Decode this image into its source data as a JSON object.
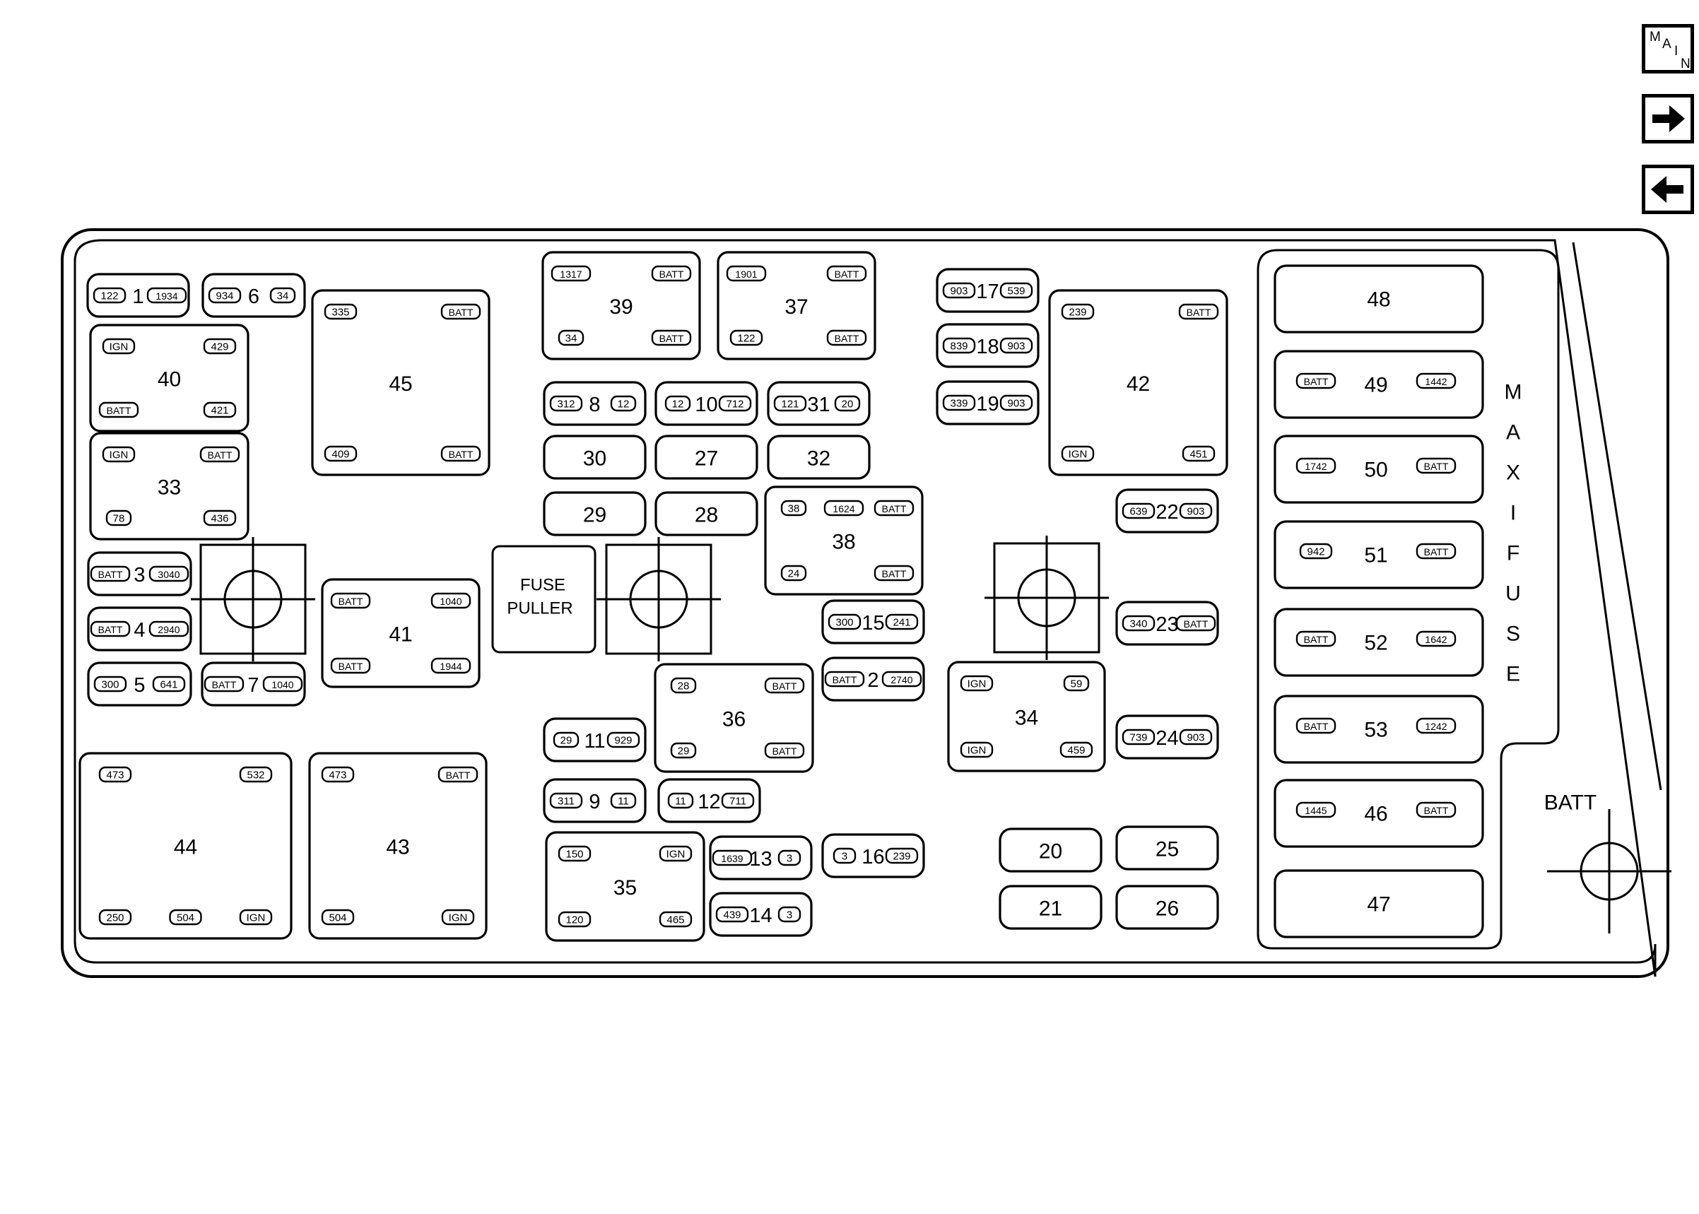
{
  "nav": {
    "main_letters": [
      "M",
      "A",
      "I",
      "N"
    ],
    "next_icon": "arrow-right-icon",
    "prev_icon": "arrow-left-icon"
  },
  "puller_lines": [
    "FUSE",
    "PULLER"
  ],
  "maxi_label": [
    "M",
    "A",
    "X",
    "I",
    "F",
    "U",
    "S",
    "E"
  ],
  "batt_label": "BATT",
  "boxes": [
    {
      "kind": "fuse",
      "num": "1",
      "pins": [
        "122",
        "1934"
      ]
    },
    {
      "kind": "fuse",
      "num": "6",
      "pins": [
        "934",
        "34"
      ]
    },
    {
      "kind": "relay",
      "num": "40",
      "pins": [
        "IGN",
        "429",
        "BATT",
        "421"
      ]
    },
    {
      "kind": "relay",
      "num": "33",
      "pins": [
        "IGN",
        "BATT",
        "78",
        "436"
      ]
    },
    {
      "kind": "fuse",
      "num": "3",
      "pins": [
        "BATT",
        "3040"
      ]
    },
    {
      "kind": "fuse",
      "num": "4",
      "pins": [
        "BATT",
        "2940"
      ]
    },
    {
      "kind": "fuse",
      "num": "5",
      "pins": [
        "300",
        "641"
      ]
    },
    {
      "kind": "fuse",
      "num": "7",
      "pins": [
        "BATT",
        "1040"
      ]
    },
    {
      "kind": "relay",
      "num": "45",
      "pins": [
        "335",
        "BATT",
        "409",
        "BATT"
      ]
    },
    {
      "kind": "relay",
      "num": "41",
      "pins": [
        "BATT",
        "1040",
        "BATT",
        "1944"
      ]
    },
    {
      "kind": "relay",
      "num": "44",
      "pins": [
        "473",
        "532",
        "250",
        "504",
        "IGN"
      ]
    },
    {
      "kind": "relay",
      "num": "43",
      "pins": [
        "473",
        "BATT",
        "504",
        "IGN"
      ]
    },
    {
      "kind": "relay",
      "num": "39",
      "pins": [
        "1317",
        "BATT",
        "34",
        "BATT"
      ]
    },
    {
      "kind": "relay",
      "num": "37",
      "pins": [
        "1901",
        "BATT",
        "122",
        "BATT"
      ]
    },
    {
      "kind": "fuse",
      "num": "8",
      "pins": [
        "312",
        "12"
      ]
    },
    {
      "kind": "fuse",
      "num": "10",
      "pins": [
        "12",
        "712"
      ]
    },
    {
      "kind": "fuse",
      "num": "31",
      "pins": [
        "121",
        "20"
      ]
    },
    {
      "kind": "plain",
      "num": "30"
    },
    {
      "kind": "plain",
      "num": "27"
    },
    {
      "kind": "plain",
      "num": "32"
    },
    {
      "kind": "plain",
      "num": "29"
    },
    {
      "kind": "plain",
      "num": "28"
    },
    {
      "kind": "relay",
      "num": "38",
      "pins": [
        "38",
        "1624",
        "BATT",
        "24",
        "BATT"
      ]
    },
    {
      "kind": "fuse",
      "num": "15",
      "pins": [
        "300",
        "241"
      ]
    },
    {
      "kind": "fuse",
      "num": "2",
      "pins": [
        "BATT",
        "2740"
      ]
    },
    {
      "kind": "relay",
      "num": "36",
      "pins": [
        "28",
        "BATT",
        "29",
        "BATT"
      ]
    },
    {
      "kind": "fuse",
      "num": "11",
      "pins": [
        "29",
        "929"
      ]
    },
    {
      "kind": "fuse",
      "num": "9",
      "pins": [
        "311",
        "11"
      ]
    },
    {
      "kind": "fuse",
      "num": "12",
      "pins": [
        "11",
        "711"
      ]
    },
    {
      "kind": "relay",
      "num": "35",
      "pins": [
        "150",
        "IGN",
        "120",
        "465"
      ]
    },
    {
      "kind": "fuse",
      "num": "13",
      "pins": [
        "1639",
        "3"
      ]
    },
    {
      "kind": "fuse",
      "num": "16",
      "pins": [
        "3",
        "239"
      ]
    },
    {
      "kind": "fuse",
      "num": "14",
      "pins": [
        "439",
        "3"
      ]
    },
    {
      "kind": "fuse",
      "num": "17",
      "pins": [
        "903",
        "539"
      ]
    },
    {
      "kind": "fuse",
      "num": "18",
      "pins": [
        "839",
        "903"
      ]
    },
    {
      "kind": "fuse",
      "num": "19",
      "pins": [
        "339",
        "903"
      ]
    },
    {
      "kind": "relay",
      "num": "42",
      "pins": [
        "239",
        "BATT",
        "IGN",
        "451"
      ]
    },
    {
      "kind": "fuse",
      "num": "22",
      "pins": [
        "639",
        "903"
      ]
    },
    {
      "kind": "fuse",
      "num": "23",
      "pins": [
        "340",
        "BATT"
      ]
    },
    {
      "kind": "fuse",
      "num": "24",
      "pins": [
        "739",
        "903"
      ]
    },
    {
      "kind": "relay",
      "num": "34",
      "pins": [
        "IGN",
        "59",
        "IGN",
        "459"
      ]
    },
    {
      "kind": "plain",
      "num": "20"
    },
    {
      "kind": "plain",
      "num": "25"
    },
    {
      "kind": "plain",
      "num": "21"
    },
    {
      "kind": "plain",
      "num": "26"
    },
    {
      "kind": "maxi",
      "num": "48",
      "pins": []
    },
    {
      "kind": "maxi",
      "num": "49",
      "pins": [
        "BATT",
        "1442"
      ]
    },
    {
      "kind": "maxi",
      "num": "50",
      "pins": [
        "1742",
        "BATT"
      ]
    },
    {
      "kind": "maxi",
      "num": "51",
      "pins": [
        "942",
        "BATT"
      ]
    },
    {
      "kind": "maxi",
      "num": "52",
      "pins": [
        "BATT",
        "1642"
      ]
    },
    {
      "kind": "maxi",
      "num": "53",
      "pins": [
        "BATT",
        "1242"
      ]
    },
    {
      "kind": "maxi",
      "num": "46",
      "pins": [
        "1445",
        "BATT"
      ]
    },
    {
      "kind": "maxi",
      "num": "47",
      "pins": []
    }
  ]
}
